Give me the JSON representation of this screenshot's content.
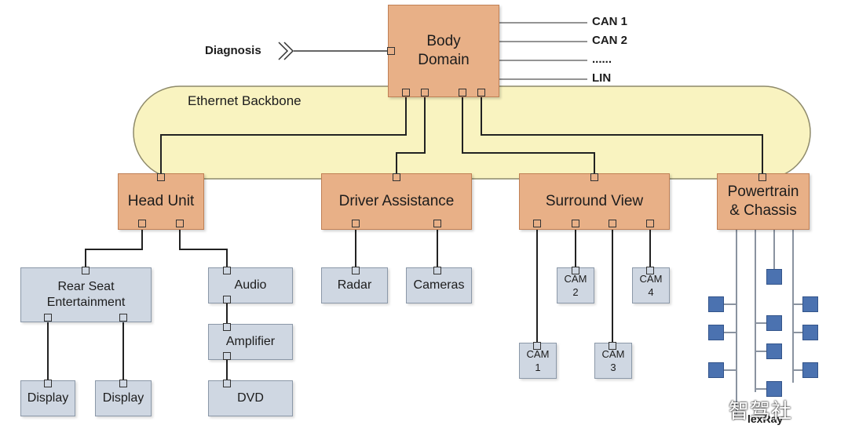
{
  "diagram": {
    "backbone_label": "Ethernet Backbone",
    "diagnosis_label": "Diagnosis",
    "body_domain": "Body\nDomain",
    "bus_labels": [
      "CAN 1",
      "CAN 2",
      "......",
      "LIN"
    ],
    "domains": {
      "head_unit": "Head Unit",
      "driver_assistance": "Driver Assistance",
      "surround_view": "Surround View",
      "powertrain": "Powertrain\n& Chassis"
    },
    "devices": {
      "rear_seat": "Rear Seat\nEntertainment",
      "audio": "Audio",
      "amplifier": "Amplifier",
      "dvd": "DVD",
      "display_1": "Display",
      "display_2": "Display",
      "radar": "Radar",
      "cameras": "Cameras",
      "cam_1": "CAM\n1",
      "cam_2": "CAM\n2",
      "cam_3": "CAM\n3",
      "cam_4": "CAM\n4"
    },
    "partial_label": "lexRay",
    "watermark": "智驾社",
    "colors": {
      "backbone": "#f9f3c0",
      "domain_box": "#e8b087",
      "device_box": "#cfd7e2",
      "node": "#4b72b0"
    }
  }
}
